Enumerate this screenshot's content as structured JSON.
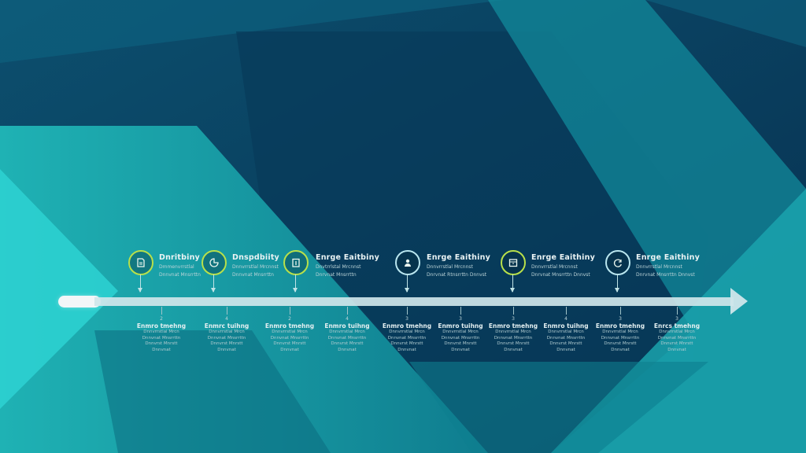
{
  "colors": {
    "background_dark": "#0a3e62",
    "background_teal": "#1aa6aa",
    "background_bright": "#2dd4d4",
    "axis": "#cfe6ea",
    "accent_green": "#b8e04a",
    "accent_cyan": "#b9e6ef"
  },
  "milestones": [
    {
      "icon": "document-icon",
      "accent": "green",
      "title": "Dnritbiny",
      "lines": [
        "Dmmenvrrstlal",
        "Dnnvnat Mnsrrttn"
      ]
    },
    {
      "icon": "chart-icon",
      "accent": "green",
      "title": "Dnspdbiity",
      "lines": [
        "Dnnvrrstlal Mrcnnst",
        "Dnnvnat Mnsrrttn"
      ]
    },
    {
      "icon": "clipboard-icon",
      "accent": "green",
      "title": "Enrge Eaitbiny",
      "lines": [
        "Dnvtrrlstal Mrcnnst",
        "Dnrvnat Mnsrrttn"
      ]
    },
    {
      "icon": "user-icon",
      "accent": "cyan",
      "title": "Enrge Eaithiny",
      "lines": [
        "Dnnvrrstlal Mrcnnst",
        "Dnrvnat Rtnsrrttn Dnnvst"
      ]
    },
    {
      "icon": "calendar-icon",
      "accent": "green",
      "title": "Enrge Eaithiny",
      "lines": [
        "Dnnvrrstlal Mrcnnst",
        "Dnrvnat Mnsrrttn Dnnvst"
      ]
    },
    {
      "icon": "refresh-icon",
      "accent": "cyan",
      "title": "Enrge Eaithiny",
      "lines": [
        "Dnnvrrstlal Mrcnnst",
        "Dnrvnat Mnsrrttn Dnnvst"
      ]
    }
  ],
  "below_items": [
    {
      "num": "2",
      "title": "Enmro tmehng",
      "lines": [
        "Dnnvrrstlal Mrcn",
        "Dnnvnat Mnsrrttn",
        "Dnnvrst Mnrstt",
        "Dnnvnat"
      ]
    },
    {
      "num": "4",
      "title": "Enmrc tuihng",
      "lines": [
        "Dnnvrrstlal Mrcn",
        "Dnnvnat Mnsrrttn",
        "Dnnvrst Mnrstt",
        "Dnnvnat"
      ]
    },
    {
      "num": "2",
      "title": "Enmro tmehng",
      "lines": [
        "Dnnvrrstlal Mrcn",
        "Dnnvnat Mnsrrttn",
        "Dnnvrst Mnrstt",
        "Dnnvnat"
      ]
    },
    {
      "num": "4",
      "title": "Enmro tuihng",
      "lines": [
        "Dnnvrrstlal Mrcn",
        "Dnnvnat Mnsrrttn",
        "Dnnvrst Mnrstt",
        "Dnnvnat"
      ]
    },
    {
      "num": "3",
      "title": "Enmro tmehng",
      "lines": [
        "Dnnvrrstlal Mrcn",
        "Dnnvnat Mnsrrttn",
        "Dnnvrst Mnrstt",
        "Dnnvnat"
      ]
    },
    {
      "num": "3",
      "title": "Enmro tuihng",
      "lines": [
        "Dnnvrrstlal Mrcn",
        "Dnnvnat Mnsrrttn",
        "Dnnvrst Mnrstt",
        "Dnnvnat"
      ]
    },
    {
      "num": "3",
      "title": "Enmro tmehng",
      "lines": [
        "Dnnvrrstlal Mrcn",
        "Dnnvnat Mnsrrttn",
        "Dnnvrst Mnrstt",
        "Dnnvnat"
      ]
    },
    {
      "num": "4",
      "title": "Enmro tuihng",
      "lines": [
        "Dnnvrrstlal Mrcn",
        "Dnnvnat Mnsrrttn",
        "Dnnvrst Mnrstt",
        "Dnnvnat"
      ]
    },
    {
      "num": "3",
      "title": "Enmro tmehng",
      "lines": [
        "Dnnvrrstlal Mrcn",
        "Dnnvnat Mnsrrttn",
        "Dnnvrst Mnrstt",
        "Dnnvnat"
      ]
    },
    {
      "num": "3",
      "title": "Enrcs tmehng",
      "lines": [
        "Dnnvrrstlal Mrcn",
        "Dnnvnat Mnsrrttn",
        "Dnnvrst Mnrstt",
        "Dnnvnat"
      ]
    }
  ]
}
